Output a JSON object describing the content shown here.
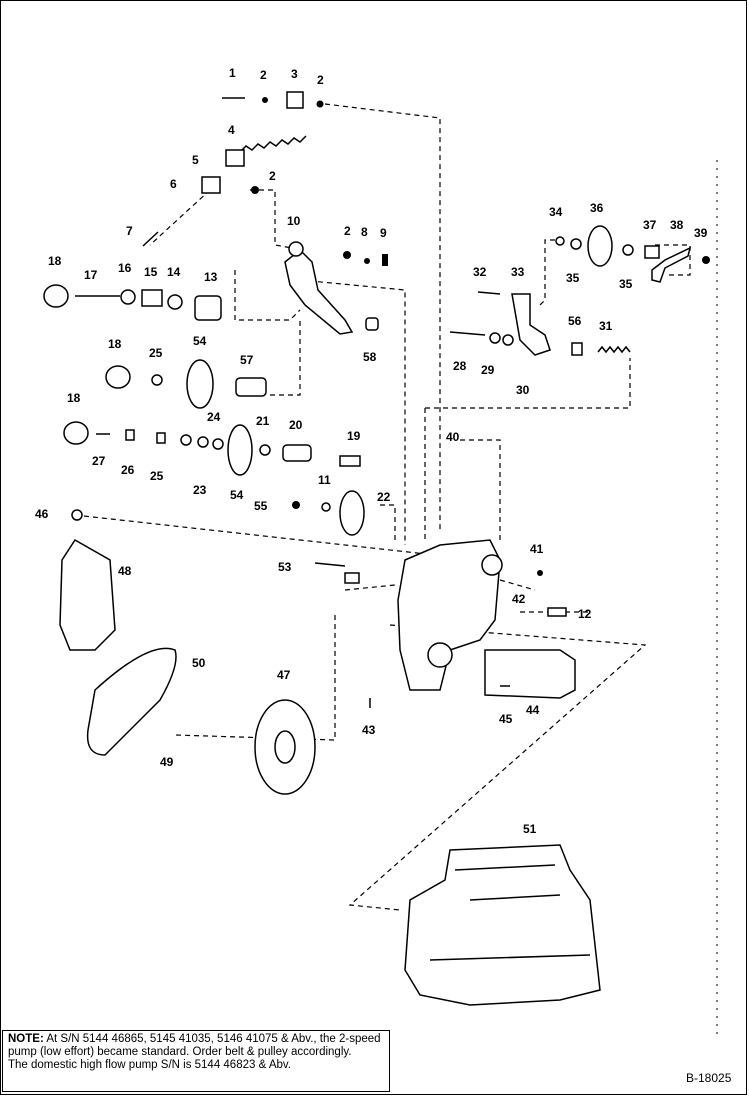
{
  "callouts": {
    "c1": "1",
    "c2a": "2",
    "c3": "3",
    "c2b": "2",
    "c4": "4",
    "c5": "5",
    "c6": "6",
    "c2c": "2",
    "c7": "7",
    "c10": "10",
    "c2d": "2",
    "c8": "8",
    "c9": "9",
    "c18a": "18",
    "c17": "17",
    "c16": "16",
    "c15": "15",
    "c14": "14",
    "c13": "13",
    "c18b": "18",
    "c25a": "25",
    "c54a": "54",
    "c57": "57",
    "c58": "58",
    "c18c": "18",
    "c24": "24",
    "c21": "21",
    "c20": "20",
    "c19": "19",
    "c27": "27",
    "c26": "26",
    "c25b": "25",
    "c23": "23",
    "c54b": "54",
    "c34": "34",
    "c36": "36",
    "c37": "37",
    "c38": "38",
    "c39": "39",
    "c35a": "35",
    "c35b": "35",
    "c32": "32",
    "c33": "33",
    "c56": "56",
    "c31": "31",
    "c28": "28",
    "c29": "29",
    "c30": "30",
    "c40": "40",
    "c11": "11",
    "c55": "55",
    "c22": "22",
    "c46": "46",
    "c48": "48",
    "c53": "53",
    "c41": "41",
    "c42": "42",
    "c12": "12",
    "c50": "50",
    "c47": "47",
    "c43": "43",
    "c45": "45",
    "c44": "44",
    "c49": "49",
    "c51": "51"
  },
  "note": {
    "heading": "NOTE:",
    "line1": " At S/N 5144 46865, 5145 41035, 5146 41075 & Abv., the 2-speed pump (low effort) became standard. Order belt & pulley accordingly.",
    "line2": "The domestic high flow pump S/N is 5144 46823 & Abv."
  },
  "figure_id": "B-18025"
}
